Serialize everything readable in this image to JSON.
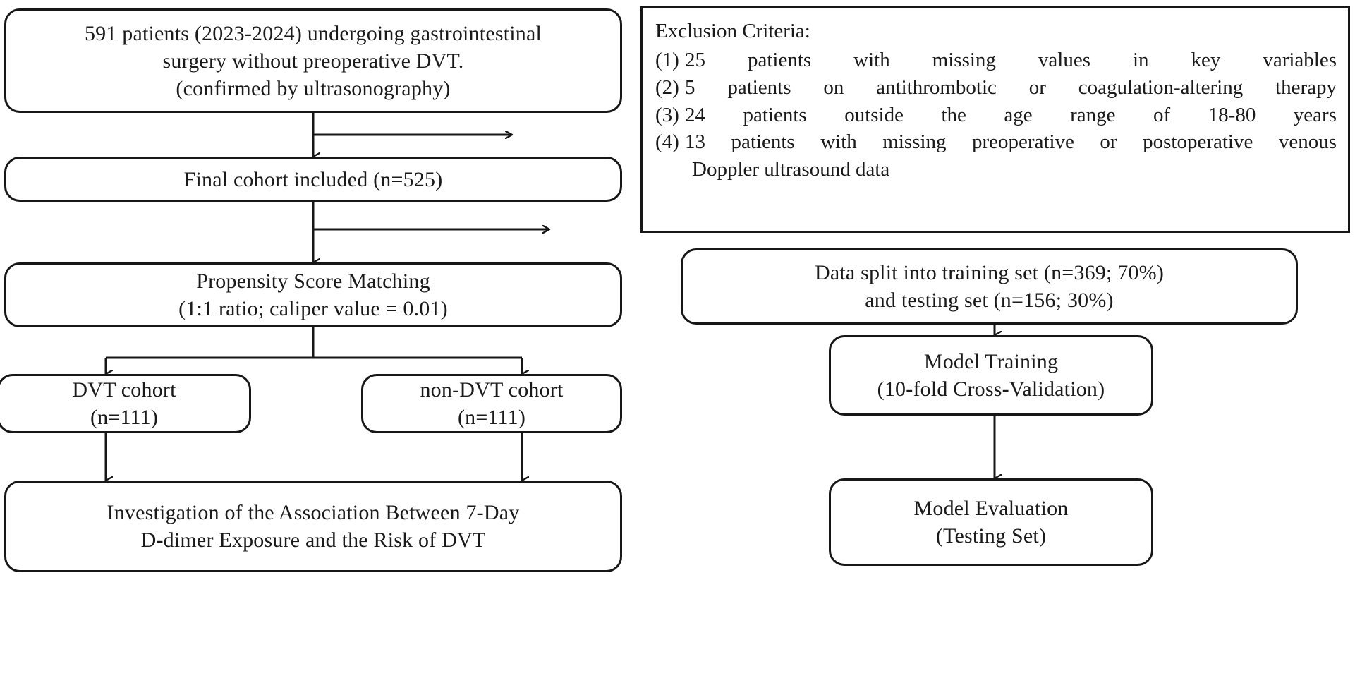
{
  "figure": {
    "kind": "study-flow-diagram",
    "stroke_color": "#171717",
    "background_color": "#ffffff",
    "text_color": "#1a1a1a"
  },
  "nodes": {
    "source_cohort": {
      "name": "source-cohort-box",
      "shape": "rounded-rectangle",
      "lines": [
        "591 patients (2023-2024) undergoing gastrointestinal",
        "surgery without preoperative DVT.",
        "(confirmed by ultrasonography)"
      ]
    },
    "exclusion": {
      "name": "exclusion-criteria-box",
      "shape": "rectangle",
      "heading": "Exclusion Criteria:",
      "items": [
        {
          "marker": "(1)",
          "text": "25 patients with missing values in key variables"
        },
        {
          "marker": "(2)",
          "text": "5 patients on antithrombotic or coagulation-altering therapy"
        },
        {
          "marker": "(3)",
          "text": "24 patients outside the age range of 18-80 years"
        },
        {
          "marker": "(4)",
          "text": "13 patients with missing preoperative or postoperative venous"
        }
      ],
      "continuation": "Doppler ultrasound data"
    },
    "final_cohort": {
      "name": "final-cohort-box",
      "shape": "rounded-rectangle",
      "lines": [
        "Final cohort included (n=525)"
      ]
    },
    "data_split": {
      "name": "data-split-box",
      "shape": "rounded-rectangle",
      "lines": [
        "Data split into training set (n=369; 70%)",
        "and testing set (n=156; 30%)"
      ]
    },
    "psm": {
      "name": "propensity-score-matching-box",
      "shape": "rounded-rectangle",
      "lines": [
        "Propensity Score Matching",
        "(1:1 ratio; caliper value = 0.01)"
      ]
    },
    "dvt_cohort": {
      "name": "dvt-cohort-box",
      "shape": "rounded-rectangle",
      "lines": [
        "DVT cohort",
        "(n=111)"
      ]
    },
    "non_dvt_cohort": {
      "name": "non-dvt-cohort-box",
      "shape": "rounded-rectangle",
      "lines": [
        "non-DVT cohort",
        "(n=111)"
      ]
    },
    "investigation": {
      "name": "investigation-box",
      "shape": "rounded-rectangle",
      "lines": [
        "Investigation of the Association Between 7-Day",
        "D-dimer Exposure and the Risk of DVT"
      ]
    },
    "model_training": {
      "name": "model-training-box",
      "shape": "rounded-rectangle",
      "lines": [
        "Model Training",
        "(10-fold Cross-Validation)"
      ]
    },
    "model_evaluation": {
      "name": "model-evaluation-box",
      "shape": "rounded-rectangle",
      "lines": [
        "Model Evaluation",
        "(Testing Set)"
      ]
    }
  },
  "edges": [
    {
      "name": "edge-source-to-final",
      "from": "source_cohort",
      "to": "final_cohort",
      "style": "arrow-down"
    },
    {
      "name": "edge-source-to-exclusion",
      "from": "source_cohort",
      "to": "exclusion",
      "style": "elbow-right-arrow"
    },
    {
      "name": "edge-final-to-psm",
      "from": "final_cohort",
      "to": "psm",
      "style": "arrow-down"
    },
    {
      "name": "edge-final-to-datasplit",
      "from": "final_cohort",
      "to": "data_split",
      "style": "elbow-right-arrow"
    },
    {
      "name": "edge-psm-to-dvt",
      "from": "psm",
      "to": "dvt_cohort",
      "style": "split-left-arrow"
    },
    {
      "name": "edge-psm-to-nondvt",
      "from": "psm",
      "to": "non_dvt_cohort",
      "style": "split-right-arrow"
    },
    {
      "name": "edge-dvt-to-investigation",
      "from": "dvt_cohort",
      "to": "investigation",
      "style": "arrow-down"
    },
    {
      "name": "edge-nondvt-to-investigation",
      "from": "non_dvt_cohort",
      "to": "investigation",
      "style": "arrow-down"
    },
    {
      "name": "edge-datasplit-to-training",
      "from": "data_split",
      "to": "model_training",
      "style": "arrow-down"
    },
    {
      "name": "edge-training-to-evaluation",
      "from": "model_training",
      "to": "model_evaluation",
      "style": "arrow-down"
    }
  ]
}
